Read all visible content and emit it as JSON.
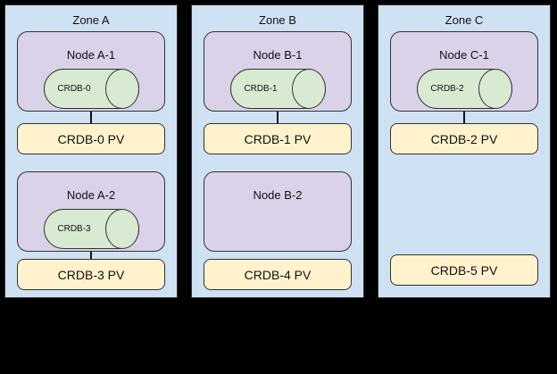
{
  "diagram": {
    "type": "kubernetes-multizone-topology",
    "background_color": "#000000",
    "zone_fill": "#cfe2f3",
    "node_fill": "#d9d2e9",
    "pod_fill": "#d9ead3",
    "pv_fill": "#fff2cc",
    "border_color": "#333333"
  },
  "zones": [
    {
      "title": "Zone A",
      "rows": [
        {
          "node": "Node A-1",
          "pod": "CRDB-0",
          "pv": "CRDB-0 PV",
          "connected": true
        },
        {
          "node": "Node A-2",
          "pod": "CRDB-3",
          "pv": "CRDB-3 PV",
          "connected": true
        }
      ]
    },
    {
      "title": "Zone B",
      "rows": [
        {
          "node": "Node B-1",
          "pod": "CRDB-1",
          "pv": "CRDB-1 PV",
          "connected": true
        },
        {
          "node": "Node B-2",
          "pod": null,
          "pv": "CRDB-4 PV",
          "connected": false
        }
      ]
    },
    {
      "title": "Zone C",
      "rows": [
        {
          "node": "Node C-1",
          "pod": "CRDB-2",
          "pv": "CRDB-2 PV",
          "connected": true
        },
        {
          "node": null,
          "pod": null,
          "pv": "CRDB-5 PV",
          "connected": false
        }
      ]
    }
  ]
}
